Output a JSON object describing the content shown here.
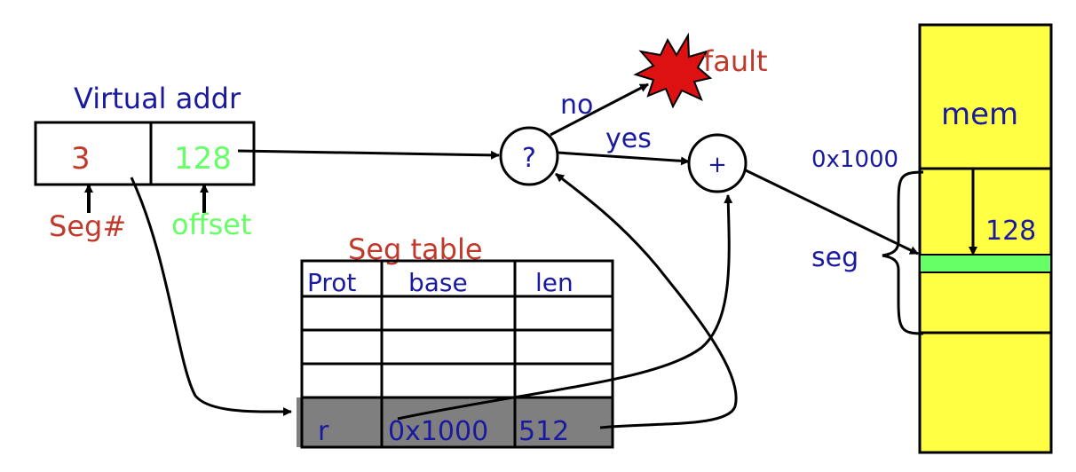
{
  "virtual_addr": {
    "title": "Virtual addr",
    "seg_value": "3",
    "offset_value": "128",
    "seg_label": "Seg#",
    "offset_label": "offset"
  },
  "seg_table": {
    "title": "Seg table",
    "headers": [
      "Prot",
      "base",
      "len"
    ],
    "active_row": [
      "r",
      "0x1000",
      "512"
    ]
  },
  "check": {
    "symbol": "?",
    "no_label": "no",
    "yes_label": "yes",
    "fault_label": "fault"
  },
  "adder": {
    "symbol": "+"
  },
  "memory": {
    "title": "mem",
    "base_label": "0x1000",
    "offset_label": "128",
    "seg_label": "seg"
  },
  "colors": {
    "red": "#c0392b",
    "green": "#66ff66",
    "blue": "#1a1aa0",
    "memory_fill": "#ffff44",
    "row_fill": "#7f7f7f",
    "explosion": "#dd1111"
  }
}
